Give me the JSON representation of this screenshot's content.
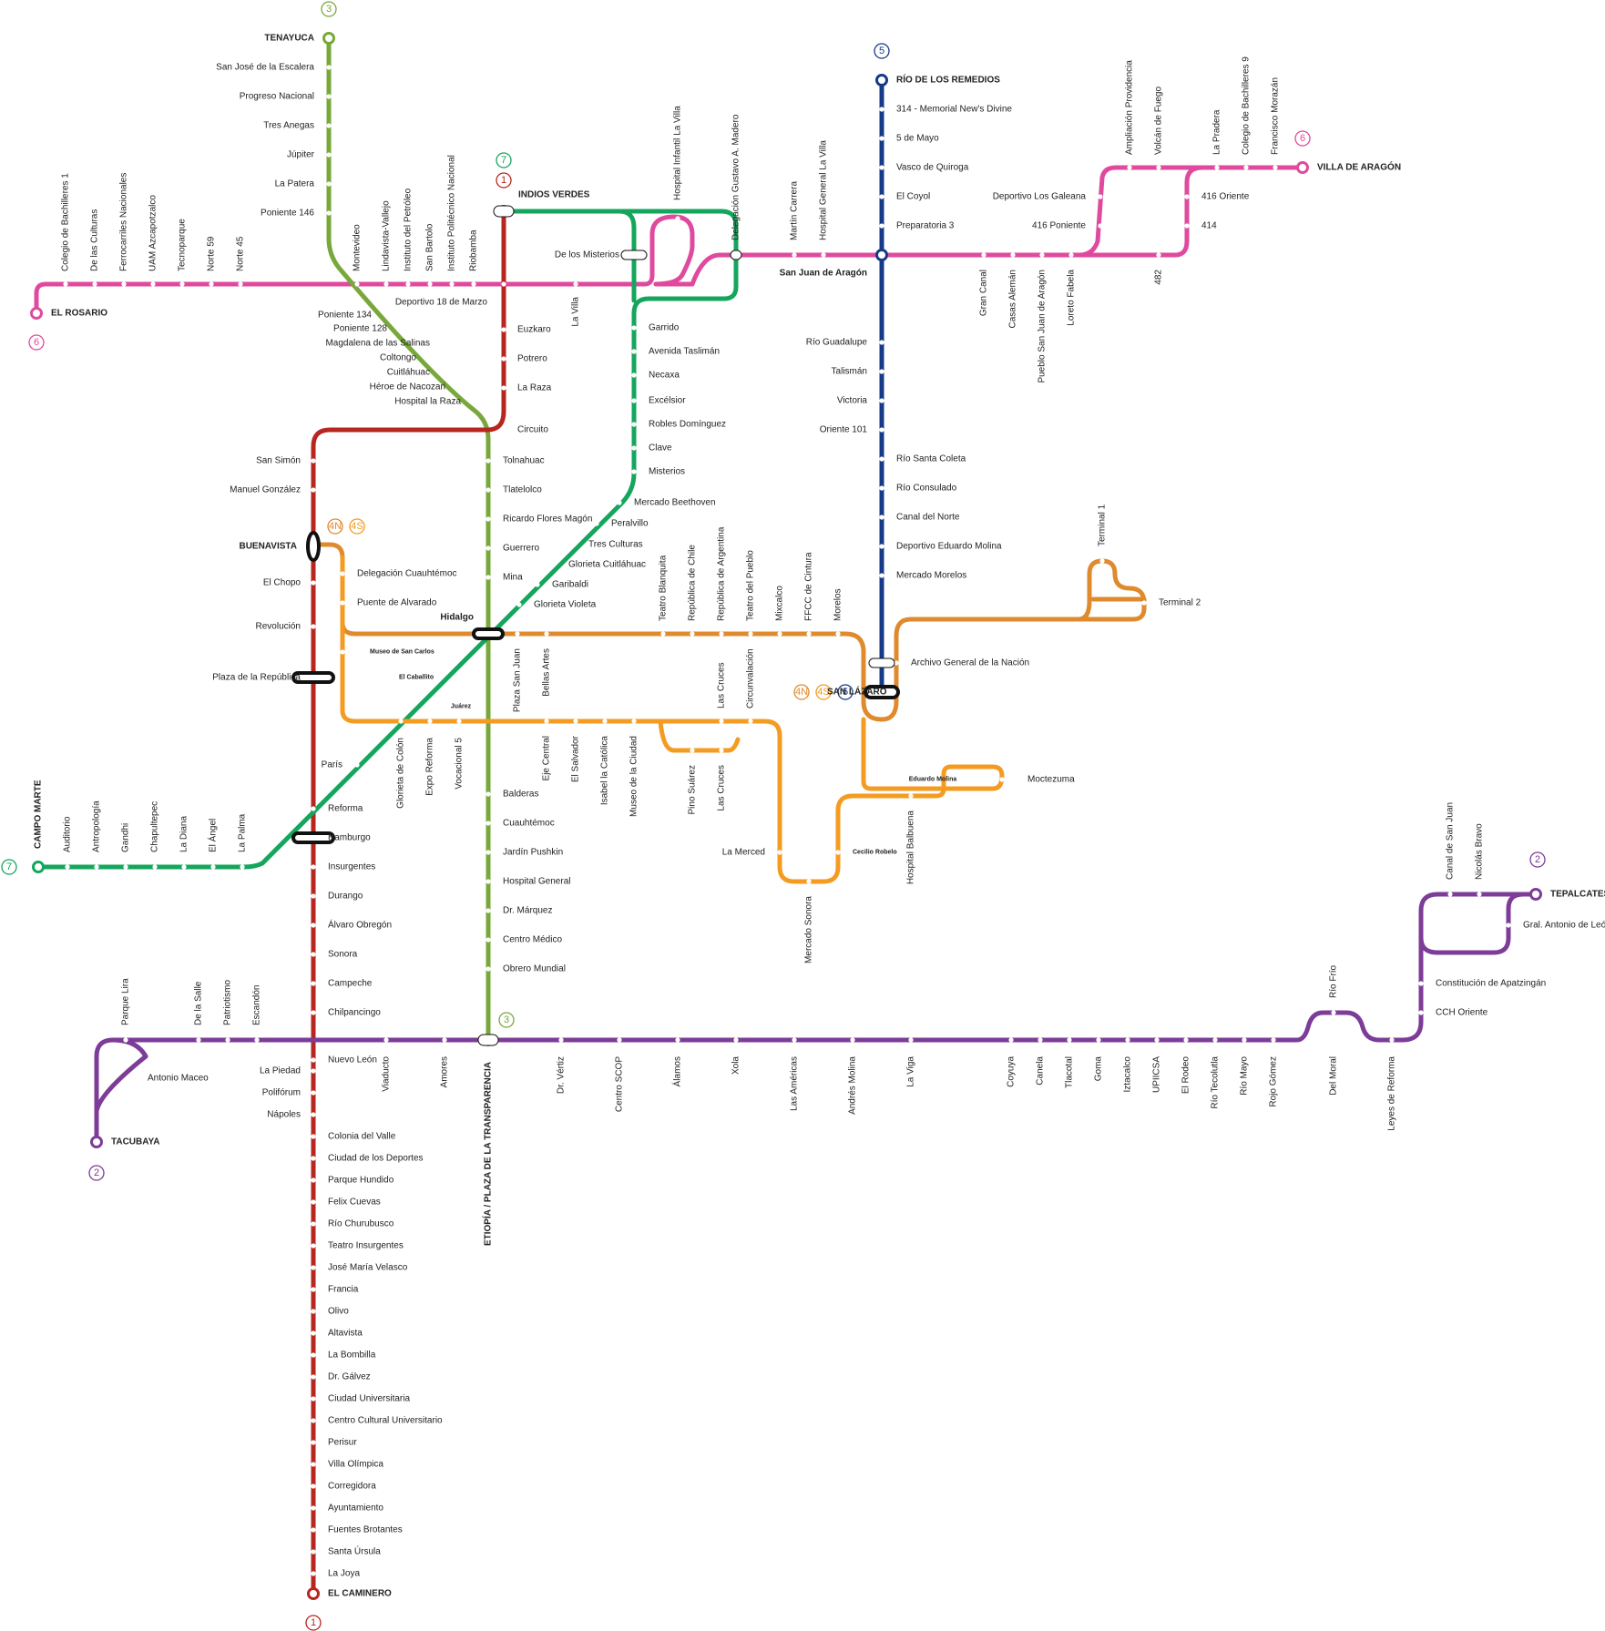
{
  "colors": {
    "L1": "#b7261f",
    "L2": "#7c3c97",
    "L3": "#78a83a",
    "L4N": "#e08a2e",
    "L4S": "#f49b22",
    "L5": "#163a88",
    "L6": "#e04a9e",
    "L7": "#14a65c"
  },
  "line_badges": {
    "L1": "1",
    "L2": "2",
    "L3": "3",
    "L4N": "4N",
    "L4S": "4S",
    "L5": "5",
    "L6": "6",
    "L7": "7"
  },
  "lines": [
    {
      "id": "L1",
      "name": "1",
      "stations": [
        "Indios Verdes",
        "Deportivo 18 de Marzo",
        "Euzkaro",
        "Potrero",
        "La Raza",
        "Circuito",
        "San Simón",
        "Manuel González",
        "Buenavista",
        "El Chopo",
        "Revolución",
        "Plaza de la República",
        "Reforma",
        "Hamburgo",
        "Insurgentes",
        "Durango",
        "Álvaro Obregón",
        "Sonora",
        "Campeche",
        "Chilpancingo",
        "Nuevo León",
        "La Piedad",
        "Polifórum",
        "Nápoles",
        "Colonia del Valle",
        "Ciudad de los Deportes",
        "Parque Hundido",
        "Felix Cuevas",
        "Río Churubusco",
        "Teatro Insurgentes",
        "José María Velasco",
        "Francia",
        "Olivo",
        "Altavista",
        "La Bombilla",
        "Dr. Gálvez",
        "Ciudad Universitaria",
        "Centro Cultural Universitario",
        "Perisur",
        "Villa Olímpica",
        "Corregidora",
        "Ayuntamiento",
        "Fuentes Brotantes",
        "Santa Úrsula",
        "La Joya",
        "El Caminero"
      ]
    },
    {
      "id": "L2",
      "name": "2",
      "stations": [
        "Tacubaya",
        "Parque Lira",
        "De la Salle",
        "Patriotismo",
        "Escandón",
        "Antonio Maceo",
        "Nuevo León",
        "Viaducto",
        "Amores",
        "Etiopía / Plaza de la Transparencia",
        "Dr. Vértiz",
        "Centro SCOP",
        "Álamos",
        "Xola",
        "Las Américas",
        "Andrés Molina",
        "La Viga",
        "Coyuya",
        "Canela",
        "Tlacotal",
        "Goma",
        "Iztacalco",
        "UPIICSA",
        "El Rodeo",
        "Río Tecolutla",
        "Río Mayo",
        "Rojo Gómez",
        "Río Frío",
        "Del Moral",
        "Leyes de Reforma",
        "CCH Oriente",
        "Constitución de Apatzingán",
        "Gral. Antonio de León",
        "Canal de San Juan",
        "Nicolás Bravo",
        "Tepalcates"
      ]
    },
    {
      "id": "L3",
      "name": "3",
      "stations": [
        "Tenayuca",
        "San José de la Escalera",
        "Progreso Nacional",
        "Tres Anegas",
        "Júpiter",
        "La Patera",
        "Poniente 146",
        "Montevideo",
        "Poniente 134",
        "Poniente 128",
        "Magdalena de las Salinas",
        "Coltongo",
        "Cuitláhuac",
        "Héroe de Nacozari",
        "Hospital la Raza",
        "Circuito",
        "Tolnahuac",
        "Tlatelolco",
        "Ricardo Flores Magón",
        "Guerrero",
        "Mina",
        "Hidalgo",
        "Juárez",
        "Balderas",
        "Cuauhtémoc",
        "Jardín Pushkin",
        "Hospital General",
        "Dr. Márquez",
        "Centro Médico",
        "Obrero Mundial",
        "Etiopía / Plaza de la Transparencia"
      ]
    },
    {
      "id": "L4N",
      "name": "4N",
      "stations": [
        "Buenavista",
        "Guerrero",
        "Hidalgo",
        "Plaza San Juan",
        "Teatro Blanquita",
        "República de Chile",
        "República de Argentina",
        "Teatro del Pueblo",
        "Mixcalco",
        "FFCC de Cintura",
        "Morelos",
        "Archivo General de la Nación",
        "San Lázaro",
        "Terminal 1",
        "Terminal 2"
      ]
    },
    {
      "id": "L4S",
      "name": "4S",
      "stations": [
        "Buenavista",
        "Delegación Cuauhtémoc",
        "Puente de Alvarado",
        "Museo de San Carlos",
        "Plaza de la República",
        "El Caballito",
        "Glorieta de Colón",
        "Expo Reforma",
        "Vocacional 5",
        "Juárez",
        "Bellas Artes",
        "Eje Central",
        "El Salvador",
        "Isabel la Católica",
        "Museo de la Ciudad",
        "Pino Suárez",
        "Las Cruces",
        "Circunvalación",
        "La Merced",
        "Mercado Sonora",
        "Cecilio Robelo",
        "Hospital Balbuena",
        "Eduardo Molina",
        "Moctezuma",
        "San Lázaro"
      ]
    },
    {
      "id": "L5",
      "name": "5",
      "stations": [
        "Río de los Remedios",
        "314 - Memorial New's Divine",
        "5 de Mayo",
        "Vasco de Quiroga",
        "El Coyol",
        "Preparatoria 3",
        "San Juan de Aragón",
        "Río Guadalupe",
        "Talismán",
        "Victoria",
        "Oriente 101",
        "Río Santa Coleta",
        "Río Consulado",
        "Canal del Norte",
        "Deportivo Eduardo Molina",
        "Mercado Morelos",
        "San Lázaro"
      ]
    },
    {
      "id": "L6",
      "name": "6",
      "stations": [
        "El Rosario",
        "Colegio de Bachilleres 1",
        "De las Culturas",
        "Ferrocarriles Nacionales",
        "UAM Azcapotzalco",
        "Tecnoparque",
        "Norte 59",
        "Norte 45",
        "Montevideo",
        "Lindavista-Vallejo",
        "Instituto del Petróleo",
        "San Bartolo",
        "Instituto Politécnico Nacional",
        "Riobamba",
        "Deportivo 18 de Marzo",
        "La Villa",
        "De los Misterios",
        "Hospital Infantil La Villa",
        "Delegación Gustavo A. Madero",
        "Martín Carrera",
        "Hospital General La Villa",
        "San Juan de Aragón",
        "Gran Canal",
        "Casas Alemán",
        "Pueblo San Juan de Aragón",
        "Loreto Fabela",
        "Deportivo Los Galeana",
        "416 Poniente",
        "482",
        "Ampliación Providencia",
        "Volcán de Fuego",
        "La Pradera",
        "Colegio de Bachilleres 9",
        "Francisco Morazán",
        "416 Oriente",
        "414",
        "Villa de Aragón"
      ]
    },
    {
      "id": "L7",
      "name": "7",
      "stations": [
        "Indios Verdes",
        "De los Misterios",
        "Delegación Gustavo A. Madero",
        "Garrido",
        "Avenida Taslimán",
        "Necaxa",
        "Excélsior",
        "Robles Domínguez",
        "Clave",
        "Misterios",
        "Mercado Beethoven",
        "Peralvillo",
        "Tres Culturas",
        "Glorieta Cuitláhuac",
        "Garibaldi",
        "Glorieta Violeta",
        "Hidalgo",
        "París",
        "Reforma",
        "Hamburgo",
        "La Palma",
        "El Ángel",
        "La Diana",
        "Chapultepec",
        "Gandhi",
        "Antropología",
        "Auditorio",
        "Campo Marte"
      ]
    }
  ],
  "labels": {
    "l1_1": "INDIOS VERDES",
    "l1_2": "Deportivo 18 de Marzo",
    "l1_3": "Euzkaro",
    "l1_4": "Potrero",
    "l1_5": "La Raza",
    "l1_6": "Circuito",
    "l1_7": "San Simón",
    "l1_8": "Manuel González",
    "l1_9": "BUENAVISTA",
    "l1_10": "El Chopo",
    "l1_11": "Revolución",
    "l1_12": "Plaza de la República",
    "l1_13": "París",
    "l1_14": "Reforma",
    "l1_15": "Hamburgo",
    "l1_16": "Insurgentes",
    "l1_17": "Durango",
    "l1_18": "Álvaro Obregón",
    "l1_19": "Sonora",
    "l1_20": "Campeche",
    "l1_21": "Chilpancingo",
    "l1_22": "Nuevo León",
    "l1_23": "La Piedad",
    "l1_24": "Polifórum",
    "l1_25": "Nápoles",
    "l1_26": "Colonia del Valle",
    "l1_27": "Ciudad de los Deportes",
    "l1_28": "Parque Hundido",
    "l1_29": "Felix Cuevas",
    "l1_30": "Río Churubusco",
    "l1_31": "Teatro Insurgentes",
    "l1_32": "José María Velasco",
    "l1_33": "Francia",
    "l1_34": "Olivo",
    "l1_35": "Altavista",
    "l1_36": "La Bombilla",
    "l1_37": "Dr. Gálvez",
    "l1_38": "Ciudad Universitaria",
    "l1_39": "Centro Cultural Universitario",
    "l1_40": "Perisur",
    "l1_41": "Villa Olímpica",
    "l1_42": "Corregidora",
    "l1_43": "Ayuntamiento",
    "l1_44": "Fuentes Brotantes",
    "l1_45": "Santa Úrsula",
    "l1_46": "La Joya",
    "l1_47": "EL CAMINERO",
    "l3_1": "TENAYUCA",
    "l3_2": "San José de la Escalera",
    "l3_3": "Progreso Nacional",
    "l3_4": "Tres Anegas",
    "l3_5": "Júpiter",
    "l3_6": "La Patera",
    "l3_7": "Poniente 146",
    "l3_8": "Poniente 134",
    "l3_9": "Poniente 128",
    "l3_10": "Magdalena de las Salinas",
    "l3_11": "Coltongo",
    "l3_12": "Cuitláhuac",
    "l3_13": "Héroe de Nacozari",
    "l3_14": "Hospital la Raza",
    "l3_15": "Tolnahuac",
    "l3_16": "Tlatelolco",
    "l3_17": "Ricardo Flores Magón",
    "l3_18": "Guerrero",
    "l3_19": "Mina",
    "l3_20": "Hidalgo",
    "l3_21": "Juárez",
    "l3_22": "Balderas",
    "l3_23": "Cuauhtémoc",
    "l3_24": "Jardín Pushkin",
    "l3_25": "Hospital General",
    "l3_26": "Dr. Márquez",
    "l3_27": "Centro Médico",
    "l3_28": "Obrero Mundial",
    "l3_29": "ETIOPÍA / PLAZA DE LA TRANSPARENCIA",
    "l5_1": "RÍO DE LOS REMEDIOS",
    "l5_2": "314 - Memorial New's Divine",
    "l5_3": "5 de Mayo",
    "l5_4": "Vasco de Quiroga",
    "l5_5": "El Coyol",
    "l5_6": "Preparatoria 3",
    "l5_7": "San Juan de Aragón",
    "l5_8": "Río Guadalupe",
    "l5_9": "Talismán",
    "l5_10": "Victoria",
    "l5_11": "Oriente 101",
    "l5_12": "Río Santa Coleta",
    "l5_13": "Río Consulado",
    "l5_14": "Canal del Norte",
    "l5_15": "Deportivo Eduardo Molina",
    "l5_16": "Mercado Morelos",
    "l5_17": "SAN LÁZARO",
    "l6_1": "EL ROSARIO",
    "l6_2": "Colegio de Bachilleres 1",
    "l6_3": "De las Culturas",
    "l6_4": "Ferrocarriles Nacionales",
    "l6_5": "UAM Azcapotzalco",
    "l6_6": "Tecnoparque",
    "l6_7": "Norte 59",
    "l6_8": "Norte 45",
    "l6_9": "Montevideo",
    "l6_10": "Lindavista-Vallejo",
    "l6_11": "Instituto del Petróleo",
    "l6_12": "San Bartolo",
    "l6_13": "Instituto Politécnico Nacional",
    "l6_14": "Riobamba",
    "l6_15": "La Villa",
    "l6_16": "De los Misterios",
    "l6_17": "Hospital Infantil La Villa",
    "l6_18": "Delegación Gustavo A. Madero",
    "l6_19": "Martín Carrera",
    "l6_20": "Hospital General La Villa",
    "l6_21": "Gran Canal",
    "l6_22": "Casas Alemán",
    "l6_23": "Pueblo San Juan de Aragón",
    "l6_24": "Loreto Fabela",
    "l6_25": "Deportivo Los Galeana",
    "l6_26": "416 Poniente",
    "l6_27": "482",
    "l6_28": "Ampliación Providencia",
    "l6_29": "Volcán de Fuego",
    "l6_30": "La Pradera",
    "l6_31": "Colegio de Bachilleres 9",
    "l6_32": "Francisco Morazán",
    "l6_33": "416 Oriente",
    "l6_34": "414",
    "l6_35": "VILLA DE ARAGÓN",
    "l7_1": "Garrido",
    "l7_2": "Avenida Taslimán",
    "l7_3": "Necaxa",
    "l7_4": "Excélsior",
    "l7_5": "Robles Domínguez",
    "l7_6": "Clave",
    "l7_7": "Misterios",
    "l7_8": "Mercado Beethoven",
    "l7_9": "Peralvillo",
    "l7_10": "Tres Culturas",
    "l7_11": "Glorieta Cuitláhuac",
    "l7_12": "Garibaldi",
    "l7_13": "Glorieta Violeta",
    "l7_14": "La Palma",
    "l7_15": "El Ángel",
    "l7_16": "La Diana",
    "l7_17": "Chapultepec",
    "l7_18": "Gandhi",
    "l7_19": "Antropología",
    "l7_20": "Auditorio",
    "l7_21": "CAMPO MARTE",
    "l4_1": "Delegación Cuauhtémoc",
    "l4_2": "Puente de Alvarado",
    "l4_3": "Museo de San Carlos",
    "l4_4": "El Caballito",
    "l4_5": "Glorieta de Colón",
    "l4_6": "Expo Reforma",
    "l4_7": "Vocacional 5",
    "l4_8": "Plaza San Juan",
    "l4_9": "Bellas Artes",
    "l4_10": "Teatro Blanquita",
    "l4_11": "República de Chile",
    "l4_12": "República de Argentina",
    "l4_13": "Teatro del Pueblo",
    "l4_14": "Mixcalco",
    "l4_15": "FFCC de Cintura",
    "l4_16": "Morelos",
    "l4_17": "Archivo General de la Nación",
    "l4_18": "Terminal 1",
    "l4_19": "Terminal 2",
    "l4_20": "Las Cruces",
    "l4_21": "Circunvalación",
    "l4_22": "Eje Central",
    "l4_23": "El Salvador",
    "l4_24": "Isabel la Católica",
    "l4_25": "Museo de la Ciudad",
    "l4_26": "Pino Suárez",
    "l4_27": "Las Cruces",
    "l4_28": "La Merced",
    "l4_29": "Mercado Sonora",
    "l4_30": "Cecilio Robelo",
    "l4_31": "Hospital Balbuena",
    "l4_32": "Eduardo Molina",
    "l4_33": "Moctezuma",
    "l2_1": "TACUBAYA",
    "l2_2": "Parque Lira",
    "l2_3": "De la Salle",
    "l2_4": "Patriotismo",
    "l2_5": "Escandón",
    "l2_6": "Antonio Maceo",
    "l2_7": "Viaducto",
    "l2_8": "Amores",
    "l2_9": "Dr. Vértiz",
    "l2_10": "Centro SCOP",
    "l2_11": "Álamos",
    "l2_12": "Xola",
    "l2_13": "Las Américas",
    "l2_14": "Andrés Molina",
    "l2_15": "La Viga",
    "l2_16": "Coyuya",
    "l2_17": "Canela",
    "l2_18": "Tlacotal",
    "l2_19": "Goma",
    "l2_20": "Iztacalco",
    "l2_21": "UPIICSA",
    "l2_22": "El Rodeo",
    "l2_23": "Río Tecolutla",
    "l2_24": "Río Mayo",
    "l2_25": "Rojo Gómez",
    "l2_26": "Río Frío",
    "l2_27": "Del Moral",
    "l2_28": "Leyes de Reforma",
    "l2_29": "CCH Oriente",
    "l2_30": "Constitución de Apatzingán",
    "l2_31": "Gral. Antonio de León",
    "l2_32": "Canal de San Juan",
    "l2_33": "Nicolás Bravo",
    "l2_34": "TEPALCATES",
    "l4_34": "SAN LÁZARO"
  }
}
